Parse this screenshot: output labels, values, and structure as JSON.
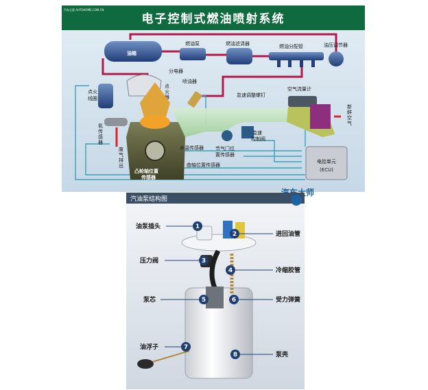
{
  "top_diagram": {
    "title": "电子控制式燃油喷射系统",
    "site_mark": "汽车之家 AUTOHOME.COM.CN",
    "watermark": "汽车大师",
    "labels": {
      "fuel_tank": "油箱",
      "fuel_pump": "燃油泵",
      "fuel_filter": "燃油滤清器",
      "fuel_distributor": "燃油分配管",
      "pressure_regulator": "油压调节器",
      "distributor": "分电器",
      "ignition_coil_a": "点火",
      "ignition_coil_b": "线圈",
      "spark_plug_a": "点",
      "spark_plug_b": "火",
      "spark_plug_c": "器",
      "injector": "喷油器",
      "idle_screw": "怠速调整螺钉",
      "air_flow_meter": "空气流量计",
      "fresh_air_a": "新",
      "fresh_air_b": "鲜",
      "fresh_air_c": "空",
      "fresh_air_d": "气",
      "o2_sensor_a": "氧",
      "o2_sensor_b": "传",
      "o2_sensor_c": "感",
      "o2_sensor_d": "器",
      "exhaust_a": "废",
      "exhaust_b": "气",
      "exhaust_c": "排",
      "exhaust_d": "出",
      "water_temp_sensor": "水温传感器",
      "throttle_sensor_a": "节气门位",
      "throttle_sensor_b": "置传感器",
      "idle_valve_a": "怠速",
      "idle_valve_b": "控制阀",
      "cam_sensor_a": "凸轮轴位置",
      "cam_sensor_b": "传感器",
      "crank_sensor": "曲轴位置传感器",
      "ecu_a": "电控单元",
      "ecu_b": "(ECU)"
    }
  },
  "pump_diagram": {
    "header": "汽油泵结构图",
    "parts": [
      {
        "num": "1",
        "name": "油泵插头"
      },
      {
        "num": "2",
        "name": "进回油管"
      },
      {
        "num": "3",
        "name": "压力阀"
      },
      {
        "num": "4",
        "name": "冷缩胶管"
      },
      {
        "num": "5",
        "name": "泵芯"
      },
      {
        "num": "6",
        "name": "受力弹簧"
      },
      {
        "num": "7",
        "name": "油浮子"
      },
      {
        "num": "8",
        "name": "泵壳"
      }
    ]
  }
}
